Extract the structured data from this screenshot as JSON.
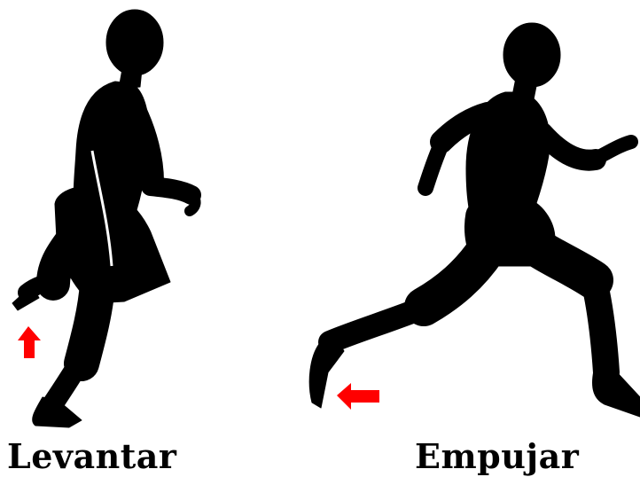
{
  "captions": {
    "left": "Levantar",
    "right": "Empujar"
  },
  "figures": [
    {
      "name": "runner-lift-phase",
      "arrow": "arrow-up-icon",
      "arrow_color": "#ff0000"
    },
    {
      "name": "runner-push-phase",
      "arrow": "arrow-left-icon",
      "arrow_color": "#ff0000"
    }
  ],
  "colors": {
    "silhouette": "#000000",
    "background": "#ffffff",
    "arrow": "#ff0000"
  }
}
